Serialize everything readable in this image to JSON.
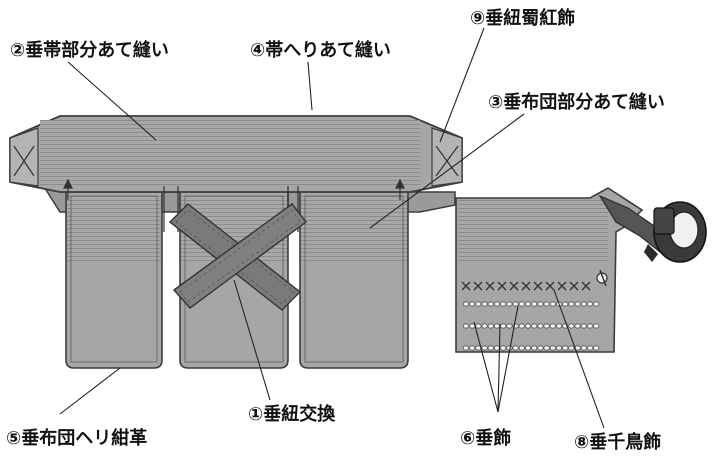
{
  "labels": {
    "obi_seam": "②垂帯部分あて縫い",
    "obi_edge_seam": "④帯へりあて縫い",
    "shoku_kou_kazari": "⑨垂紐蜀紅飾",
    "futon_seam": "③垂布団部分あて縫い",
    "himo_kokan": "①垂紐交換",
    "futon_heri": "⑤垂布団ヘリ紺革",
    "tare_kazari": "⑥垂飾",
    "chidori_kazari": "⑧垂千鳥飾"
  },
  "colors": {
    "cloth": "#a6a6a6",
    "cloth_dark": "#8f8f8f",
    "cloth_light": "#bdbdbd",
    "stitch_line": "#6d6d6d",
    "outline": "#3c3c3c",
    "leader": "#222222",
    "strap": "#7a7a7a",
    "knot": "#3a3a3a"
  }
}
